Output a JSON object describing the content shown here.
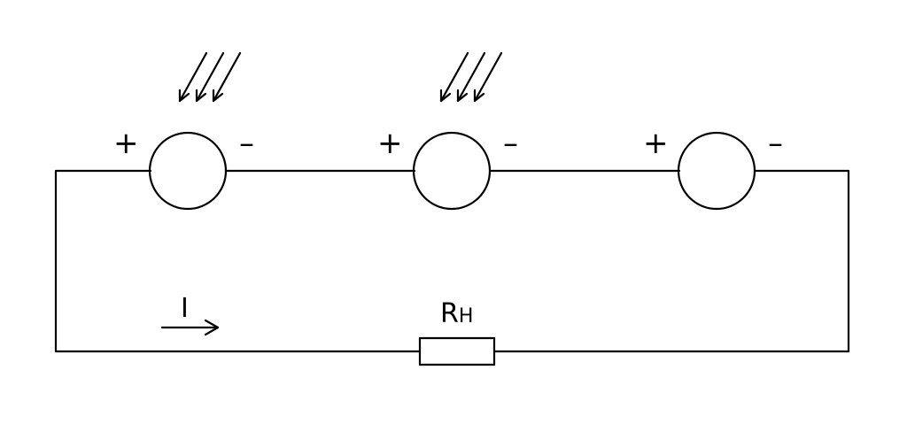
{
  "colors": {
    "line": "#000000",
    "background": "#ffffff"
  },
  "cells": [
    {
      "plus": "+",
      "minus": "–",
      "illuminated": true
    },
    {
      "plus": "+",
      "minus": "–",
      "illuminated": true
    },
    {
      "plus": "+",
      "minus": "–",
      "illuminated": false
    }
  ],
  "resistor": {
    "label": "R",
    "subscript": "H"
  },
  "current": {
    "label": "I"
  }
}
